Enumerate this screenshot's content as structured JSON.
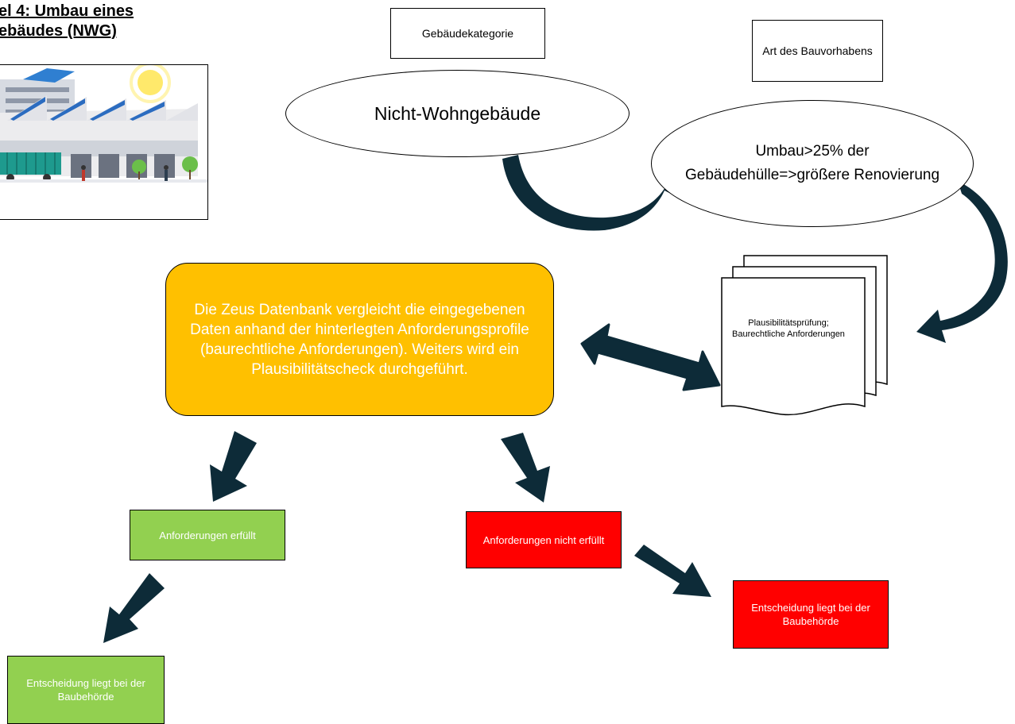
{
  "title": {
    "line1": "el 4: Umbau eines",
    "line2": "ebäudes (NWG)"
  },
  "labels": {
    "category": "Gebäudekategorie",
    "project_type": "Art des Bauvorhabens"
  },
  "nodes": {
    "category_value": "Nicht-Wohngebäude",
    "project_value": "Umbau>25% der Gebäudehülle=>größere Renovierung",
    "process": "Die Zeus Datenbank vergleicht die eingegebenen Daten anhand der hinterlegten Anforderungsprofile (baurechtliche Anforderungen). Weiters wird ein Plausibilitätscheck durchgeführt.",
    "documents": "Plausibilitätsprüfung; Baurechtliche Anforderungen",
    "requirements_met": "Anforderungen erfüllt",
    "requirements_not_met": "Anforderungen nicht erfüllt",
    "decision_red": "Entscheidung liegt bei der Baubehörde",
    "decision_green": "Entscheidung liegt bei der Baubehörde"
  },
  "colors": {
    "process_fill": "#ffc000",
    "green": "#92d050",
    "red": "#ff0000",
    "arrow": "#0d2b38"
  },
  "icons": {
    "illustration": "factory-building-illustration",
    "documents": "stacked-documents-icon"
  }
}
